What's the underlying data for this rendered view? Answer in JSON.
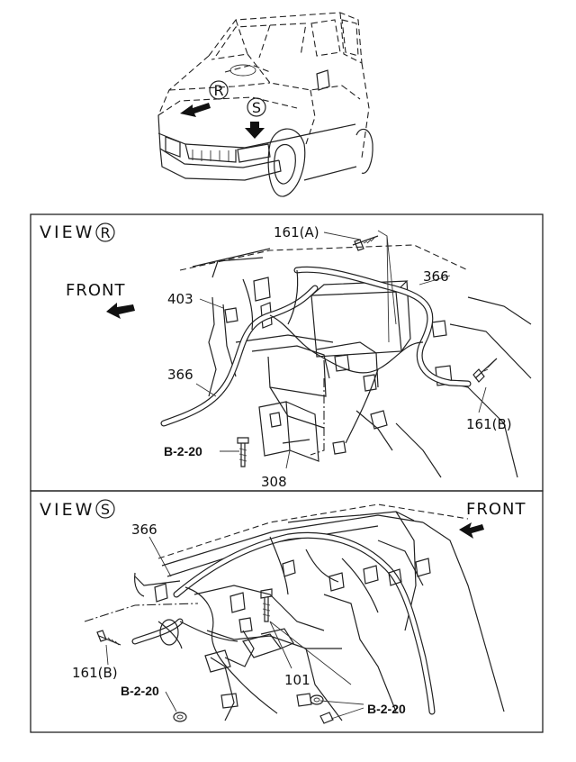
{
  "view_r": {
    "title": "VIEW",
    "marker": "R",
    "front": "FRONT",
    "callouts": {
      "bolt_a": "161(A)",
      "harness_upper": "366",
      "clip": "403",
      "harness_lower": "366",
      "bolt_b": "161(B)",
      "bracket": "308",
      "ref": "B-2-20"
    }
  },
  "view_s": {
    "title": "VIEW",
    "marker": "S",
    "front": "FRONT",
    "callouts": {
      "harness": "366",
      "bolt_b": "161(B)",
      "bracket": "101",
      "ref_left": "B-2-20",
      "ref_right": "B-2-20"
    }
  },
  "overview": {
    "marker_r": "R",
    "marker_s": "S"
  }
}
